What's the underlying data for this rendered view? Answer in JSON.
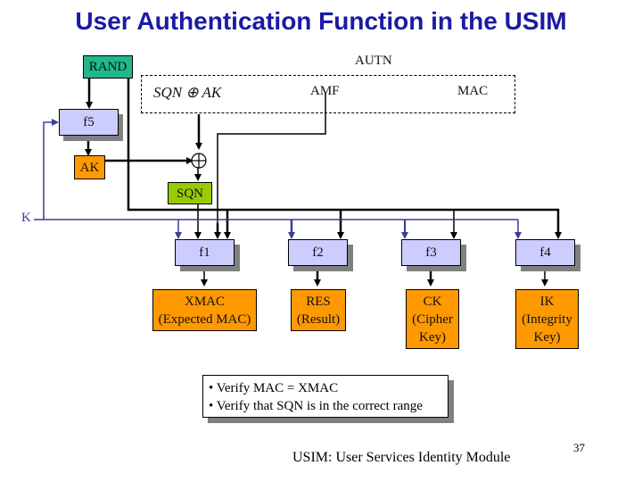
{
  "title": "User Authentication Function in the USIM",
  "autn": {
    "label": "AUTN",
    "fields": {
      "sqn_xor_ak": "SQN ⊕ AK",
      "amf": "AMF",
      "mac": "MAC"
    }
  },
  "inputs": {
    "rand": "RAND",
    "k": "K"
  },
  "functions": {
    "f5": "f5",
    "f1": "f1",
    "f2": "f2",
    "f3": "f3",
    "f4": "f4"
  },
  "xor_symbol": "⊕",
  "intermediate": {
    "ak": "AK",
    "sqn": "SQN"
  },
  "outputs": {
    "xmac": {
      "name": "XMAC",
      "desc": "(Expected MAC)"
    },
    "res": {
      "name": "RES",
      "desc": "(Result)"
    },
    "ck": {
      "name": "CK",
      "desc1": "(Cipher",
      "desc2": "Key)"
    },
    "ik": {
      "name": "IK",
      "desc1": "(Integrity",
      "desc2": "Key)"
    }
  },
  "verify": {
    "line1": "• Verify MAC = XMAC",
    "line2": "• Verify that SQN is in the correct range"
  },
  "footer": "USIM: User Services Identity Module",
  "page_number": "37",
  "colors": {
    "title": "#1a1aa6",
    "function_box": "#ccccff",
    "output_box": "#ff9900",
    "rand_box": "#1fb88a",
    "sqn_box": "#99cc00",
    "k_line": "#3b3b99"
  }
}
